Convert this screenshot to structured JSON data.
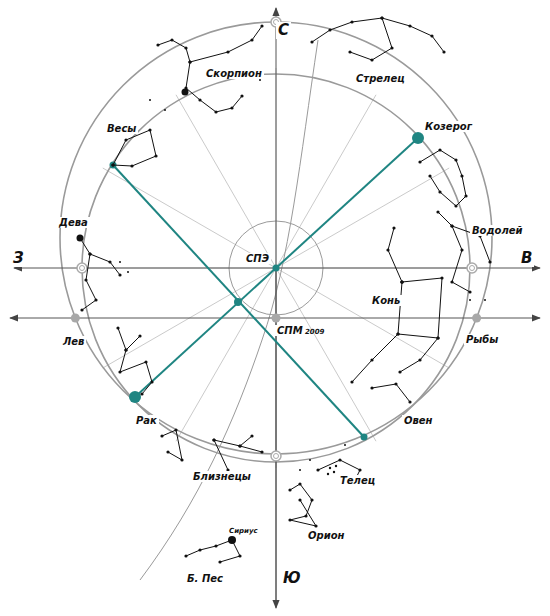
{
  "diagram": {
    "labels": [
      "С",
      "З",
      "В",
      "Ю",
      "СПЭ",
      "СПМ",
      "2009",
      "Скорпион",
      "Стрелец",
      "Весы",
      "Козерог",
      "Дева",
      "Водолей",
      "Конь",
      "Лев",
      "Рыбы",
      "Рак",
      "Овен",
      "Близнецы",
      "Телец",
      "Орион",
      "Сириус",
      "Б. Пес"
    ]
  }
}
